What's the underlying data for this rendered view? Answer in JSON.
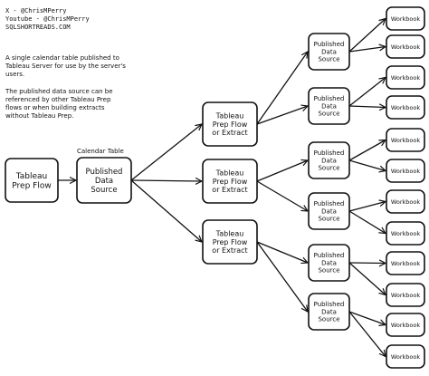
{
  "credits": {
    "line1": "X - @ChrisMPerry",
    "line2": "Youtube - @ChrisMPerry",
    "line3": "SQLSHORTREADS.COM"
  },
  "notes": {
    "p1": "A single calendar table published to Tableau Server for use by the server's users.",
    "p2": "The published data source can be referenced by other Tableau Prep flows or when building extracts without Tableau Prep."
  },
  "calendar_label": "Calendar Table",
  "nodes": {
    "prep_flow": [
      "Tableau",
      "Prep Flow"
    ],
    "published_source": [
      "Published",
      "Data",
      "Source"
    ],
    "prep_or_extract": [
      "Tableau",
      "Prep Flow",
      "or Extract"
    ],
    "workbook": "Workbook"
  }
}
